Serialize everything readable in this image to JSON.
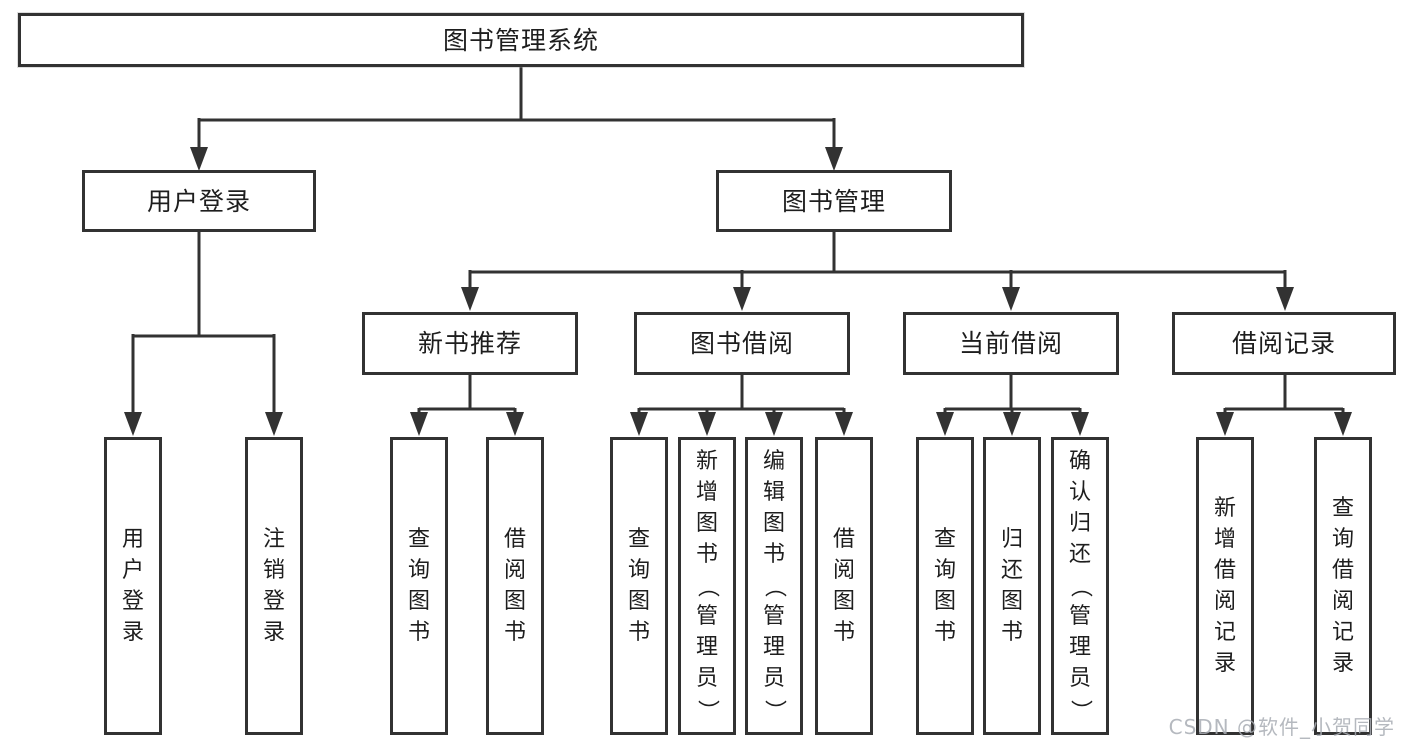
{
  "diagram": {
    "root": "图书管理系统",
    "level2": {
      "user_login": "用户登录",
      "book_management": "图书管理"
    },
    "level3": {
      "new_book_recommend": "新书推荐",
      "book_borrow": "图书借阅",
      "current_borrow": "当前借阅",
      "borrow_records": "借阅记录"
    },
    "leaves": {
      "user_login": "用户登录",
      "logout": "注销登录",
      "recommend_query_book": "查询图书",
      "recommend_borrow_book": "借阅图书",
      "borrow_query_book": "查询图书",
      "borrow_add_book": "新增图书（管理员）",
      "borrow_edit_book": "编辑图书（管理员）",
      "borrow_borrow_book": "借阅图书",
      "current_query_book": "查询图书",
      "current_return_book": "归还图书",
      "current_confirm_return": "确认归还（管理员）",
      "records_add_record": "新增借阅记录",
      "records_query_record": "查询借阅记录"
    }
  },
  "watermark": {
    "text": "CSDN @软件_小贺同学"
  },
  "colors": {
    "line": "#323232",
    "border": "#323232",
    "text": "#1e1e1e",
    "background": "#ffffff",
    "watermark": "#a9adb4"
  }
}
